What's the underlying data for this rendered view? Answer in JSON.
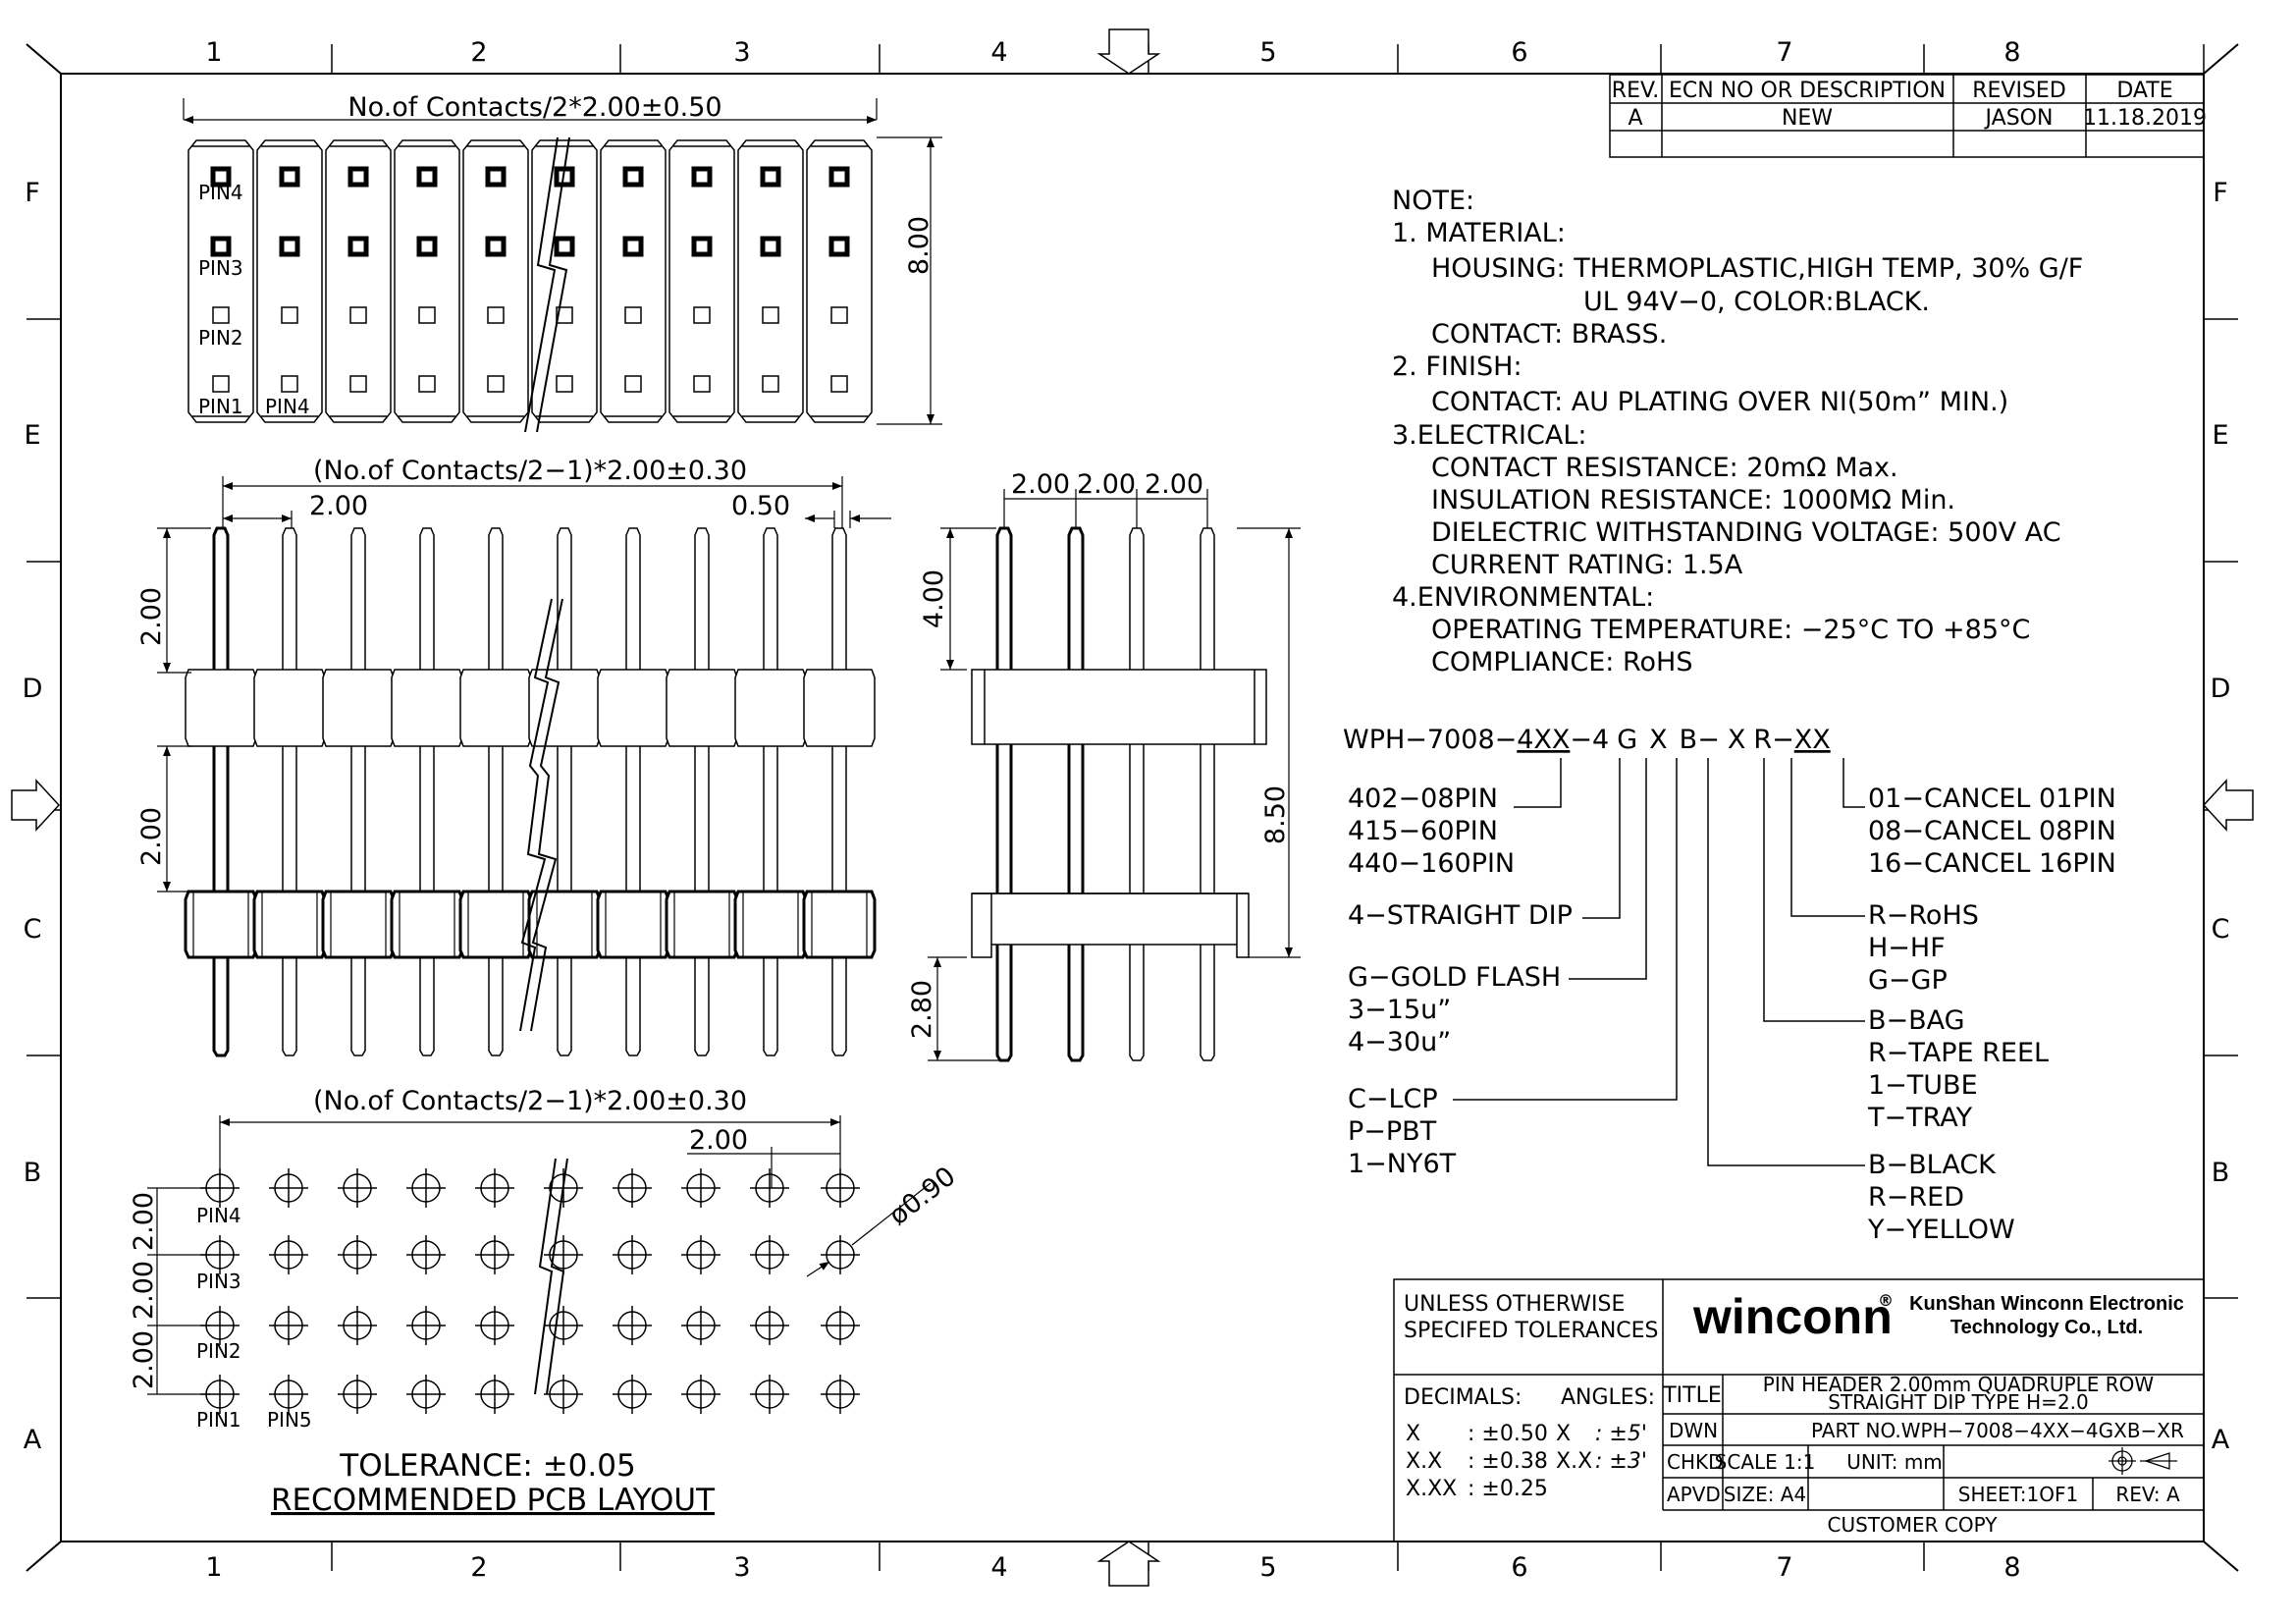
{
  "grid": {
    "columns": [
      "1",
      "2",
      "3",
      "4",
      "5",
      "6",
      "7",
      "8"
    ],
    "rows": [
      "F",
      "E",
      "D",
      "C",
      "B",
      "A"
    ]
  },
  "revision_table": {
    "headers": [
      "REV.",
      "ECN NO OR DESCRIPTION",
      "REVISED",
      "DATE"
    ],
    "row": [
      "A",
      "NEW",
      "JASON",
      "11.18.2019"
    ]
  },
  "notes": {
    "heading": "NOTE:",
    "material": "1. MATERIAL:",
    "housing": "HOUSING: THERMOPLASTIC,HIGH TEMP, 30% G/F",
    "housing2": "UL 94V−0, COLOR:BLACK.",
    "contact": "CONTACT: BRASS.",
    "finish": "2. FINISH:",
    "plating": "CONTACT: AU PLATING OVER NI(50m” MIN.)",
    "electrical": "3.ELECTRICAL:",
    "resistance": "CONTACT RESISTANCE: 20mΩ Max.",
    "insulation": "INSULATION RESISTANCE: 1000MΩ Min.",
    "dielectric": "DIELECTRIC WITHSTANDING VOLTAGE: 500V AC",
    "current": "CURRENT RATING: 1.5A",
    "environmental": "4.ENVIRONMENTAL:",
    "temperature": "OPERATING TEMPERATURE: −25°C TO +85°C",
    "compliance": "COMPLIANCE: RoHS"
  },
  "part_code": {
    "p1": "WPH−7008−",
    "p2": "4XX",
    "p3": "−4",
    "p4": "G",
    "p5": "X",
    "p6": "B−",
    "p7": "X",
    "p8": "R−",
    "p9": "XX",
    "pins": [
      "402−08PIN",
      "415−60PIN",
      "440−160PIN"
    ],
    "type": "4−STRAIGHT DIP",
    "plating": [
      "G−GOLD FLASH",
      "3−15u”",
      "4−30u”"
    ],
    "material": [
      "C−LCP",
      "P−PBT",
      "1−NY6T"
    ],
    "cancel": [
      "01−CANCEL 01PIN",
      "08−CANCEL 08PIN",
      "16−CANCEL 16PIN"
    ],
    "rohs": [
      "R−RoHS",
      "H−HF",
      "G−GP"
    ],
    "packing": [
      "B−BAG",
      "R−TAPE REEL",
      "1−TUBE",
      "T−TRAY"
    ],
    "color": [
      "B−BLACK",
      "R−RED",
      "Y−YELLOW"
    ]
  },
  "top_view": {
    "dim_width": "No.of Contacts/2*2.00±0.50",
    "dim_height": "8.00",
    "labels": [
      "PIN4",
      "PIN3",
      "PIN2",
      "PIN1",
      "PIN4"
    ]
  },
  "front_view": {
    "dim_top": "(No.of Contacts/2−1)*2.00±0.30",
    "dim_pitch": "2.00",
    "dim_pin": "0.50",
    "dim_left1": "2.00",
    "dim_left2": "2.00"
  },
  "side_view": {
    "dim_pitch": [
      "2.00",
      "2.00",
      "2.00"
    ],
    "dim_4": "4.00",
    "dim_850": "8.50",
    "dim_280": "2.80"
  },
  "pcb": {
    "dim_top": "(No.of Contacts/2−1)*2.00±0.30",
    "dim_pitch": "2.00",
    "dim_hole": "ø0.90",
    "dim_vert": [
      "2.00",
      "2.00",
      "2.00"
    ],
    "labels": [
      "PIN4",
      "PIN3",
      "PIN2",
      "PIN1",
      "PIN5"
    ],
    "tolerance": "TOLERANCE: ±0.05",
    "title": "RECOMMENDED PCB LAYOUT"
  },
  "title_block": {
    "tolerance_title": [
      "UNLESS OTHERWISE",
      "SPECIFED TOLERANCES"
    ],
    "brand": "winconn",
    "company": [
      "KunShan Winconn Electronic",
      "Technology Co., Ltd."
    ],
    "decimals": "DECIMALS:",
    "angles": "ANGLES:",
    "tol_rows": [
      [
        "X",
        ": ±0.50",
        "X",
        ": ±5'"
      ],
      [
        "X.X",
        ": ±0.38",
        "X.X",
        ": ±3'"
      ],
      [
        "X.XX",
        ": ±0.25",
        "",
        ""
      ]
    ],
    "title_label": "TITLE",
    "title": [
      "PIN HEADER 2.00mm QUADRUPLE ROW",
      "STRAIGHT DIP TYPE H=2.0"
    ],
    "dwn": "DWN",
    "part_no": "PART NO.WPH−7008−4XX−4GXB−XR",
    "chkd": "CHKD",
    "scale": "SCALE 1:1",
    "unit": "UNIT: mm",
    "apvd": "APVD",
    "size": "SIZE: A4",
    "sheet": "SHEET:1OF1",
    "rev": "REV: A",
    "copy": "CUSTOMER COPY"
  }
}
